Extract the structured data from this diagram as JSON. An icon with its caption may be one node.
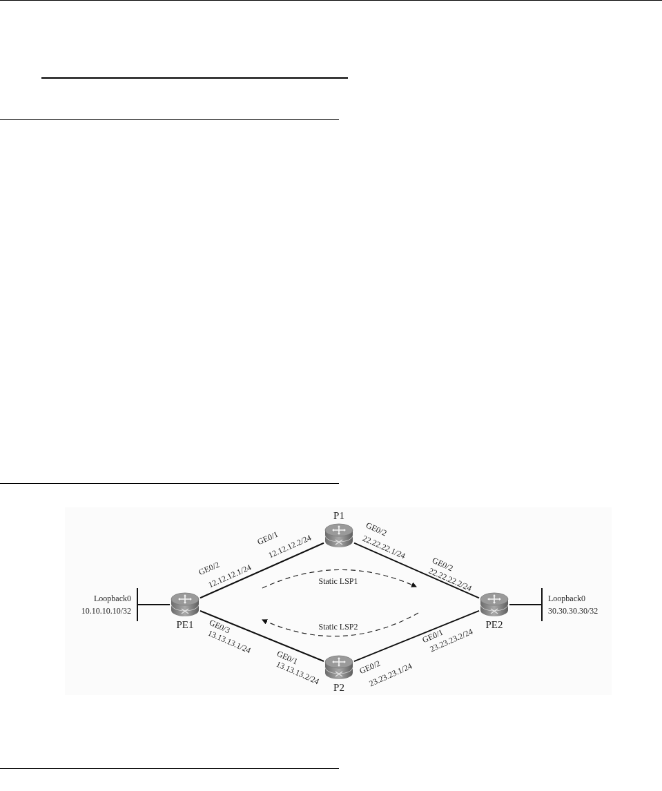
{
  "diagram": {
    "nodes": [
      {
        "text": [
          "Loopback0",
          "10.10.10.10/32"
        ]
      },
      {
        "text": [
          "PE1"
        ]
      },
      {
        "text": [
          "P1"
        ]
      },
      {
        "text": [
          "P2"
        ]
      },
      {
        "text": [
          "PE2"
        ]
      },
      {
        "text": [
          "Loopback0",
          "30.30.30.30/32"
        ]
      }
    ],
    "edges": [
      {
        "from": 0,
        "to": 1,
        "arrow": "none"
      },
      {
        "from": 1,
        "to": 2,
        "arrow": "none"
      },
      {
        "from": 2,
        "to": 4,
        "arrow": "none"
      },
      {
        "from": 1,
        "to": 3,
        "arrow": "none"
      },
      {
        "from": 3,
        "to": 4,
        "arrow": "none"
      },
      {
        "from": 4,
        "to": 5,
        "arrow": "none"
      }
    ],
    "labels": [
      "GE0/1",
      "12.12.12.2/24",
      "GE0/2",
      "22.22.22.1/24",
      "GE0/2",
      "12.12.12.1/24",
      "GE0/2",
      "22.22.22.2/24",
      "Static LSP1",
      "GE0/3",
      "13.13.13.1/24",
      "Static LSP2",
      "GE0/1",
      "23.23.23.2/24",
      "GE0/1",
      "13.13.13.2/24",
      "GE0/2",
      "23.23.23.1/24"
    ]
  }
}
